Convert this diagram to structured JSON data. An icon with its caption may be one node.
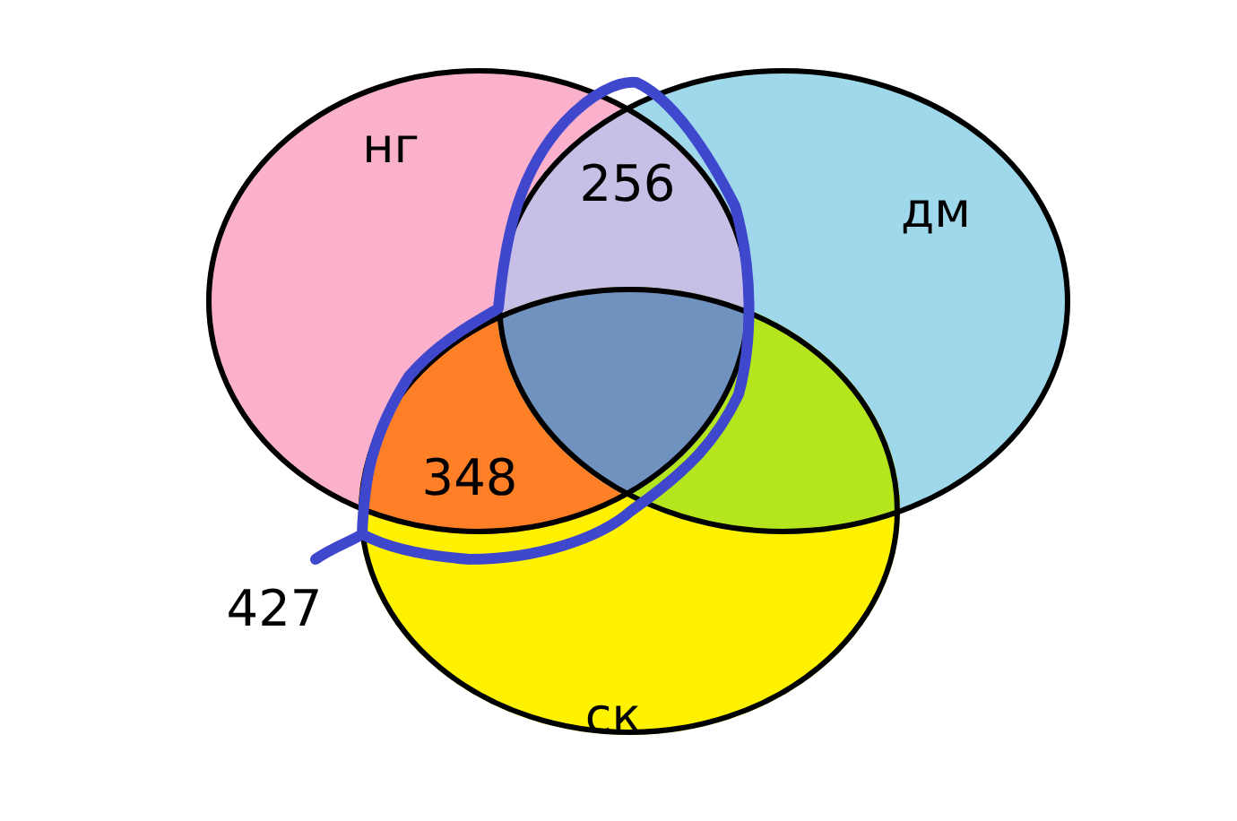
{
  "diagram": {
    "nodes": [
      {
        "text": [
          "нг"
        ]
      },
      {
        "text": [
          "дм"
        ]
      },
      {
        "text": [
          "ск"
        ]
      }
    ],
    "labels": [
      "256",
      "348",
      "427"
    ]
  }
}
